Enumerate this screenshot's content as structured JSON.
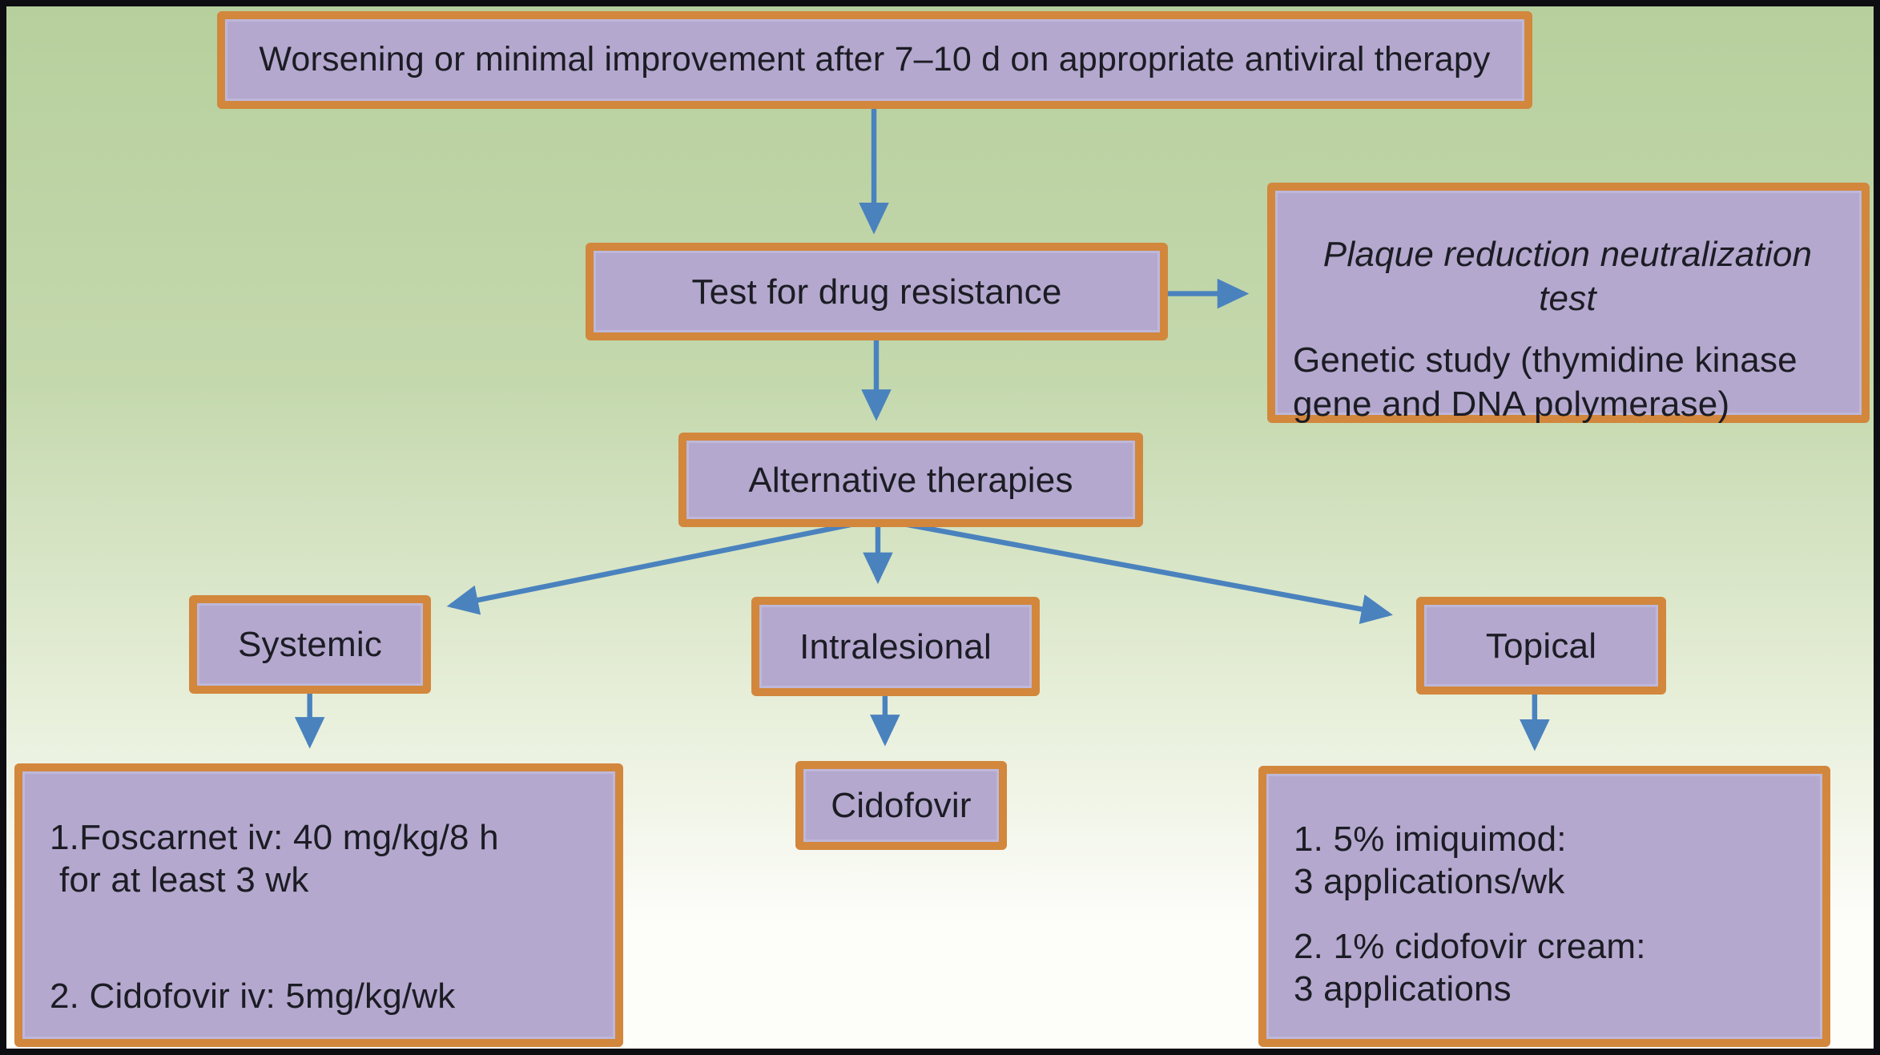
{
  "colors": {
    "node_fill": "#b4a8ce",
    "node_border": "#d2873c",
    "arrow": "#4a82be",
    "ink": "#1c1c24",
    "frame": "#0d0d12",
    "bg_green_1": "#b7cf9d",
    "bg_green_2": "#c4d8ad",
    "bg_fade": "#e6eed8",
    "bg_white": "#fdfdfa"
  },
  "nodes": {
    "start": {
      "label": "Worsening or minimal improvement after 7–10 d on appropriate antiviral therapy"
    },
    "test": {
      "label": "Test for drug resistance"
    },
    "side_note": {
      "line1": "Plaque reduction neutralization test",
      "line2": "Genetic study (thymidine kinase",
      "line3": "gene and DNA polymerase)"
    },
    "alternative": {
      "label": "Alternative therapies"
    },
    "systemic": {
      "label": "Systemic"
    },
    "intralesional": {
      "label": "Intralesional"
    },
    "topical": {
      "label": "Topical"
    },
    "systemic_options": {
      "item1_line1": "1.Foscarnet iv: 40 mg/kg/8 h",
      "item1_line2": "for at least 3 wk",
      "item2": "2. Cidofovir iv: 5mg/kg/wk"
    },
    "intralesional_option": {
      "label": "Cidofovir"
    },
    "topical_options": {
      "item1_line1": "1. 5% imiquimod:",
      "item1_line2": "3 applications/wk",
      "item2_line1": "2. 1% cidofovir cream:",
      "item2_line2": "3 applications"
    }
  }
}
